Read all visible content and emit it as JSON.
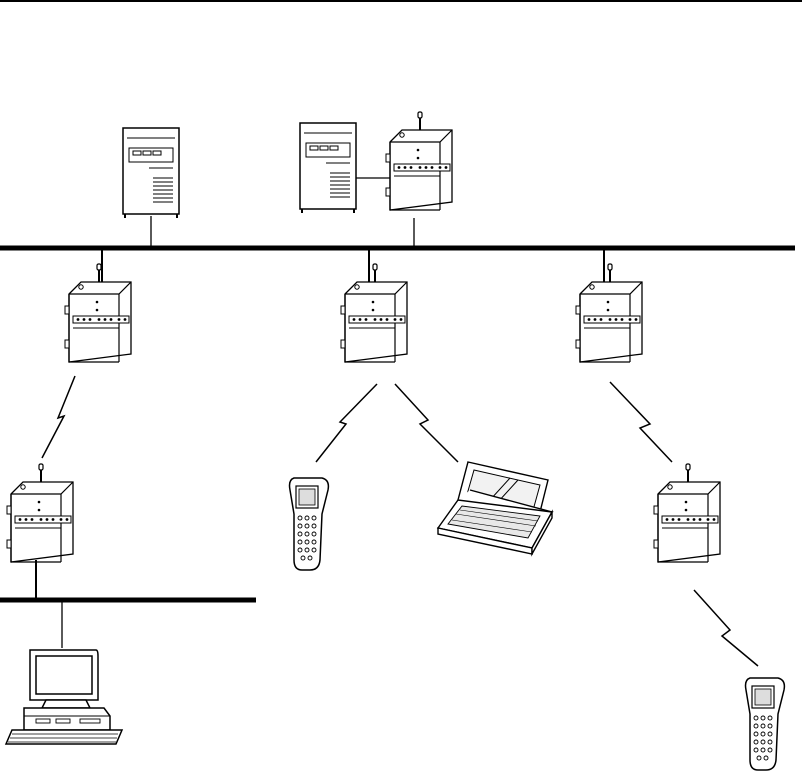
{
  "diagram": {
    "stroke_color": "#000000",
    "fill_color": "#ffffff",
    "devices": [
      {
        "id": "server-1",
        "kind": "server-tower-icon"
      },
      {
        "id": "server-2",
        "kind": "server-tower-icon"
      },
      {
        "id": "ap-server",
        "kind": "access-point-icon"
      },
      {
        "id": "ap-1",
        "kind": "access-point-icon"
      },
      {
        "id": "ap-2",
        "kind": "access-point-icon"
      },
      {
        "id": "ap-3",
        "kind": "access-point-icon"
      },
      {
        "id": "ap-bridge",
        "kind": "access-point-icon"
      },
      {
        "id": "ap-repeater",
        "kind": "access-point-icon"
      },
      {
        "id": "handheld-1",
        "kind": "handheld-terminal-icon"
      },
      {
        "id": "handheld-2",
        "kind": "handheld-terminal-icon"
      },
      {
        "id": "laptop",
        "kind": "laptop-icon"
      },
      {
        "id": "desktop-pc",
        "kind": "desktop-computer-icon"
      }
    ],
    "links": [
      {
        "from": "server-1",
        "to": "backbone",
        "type": "wired"
      },
      {
        "from": "ap-server",
        "to": "backbone",
        "type": "wired"
      },
      {
        "from": "server-2",
        "to": "ap-server",
        "type": "wired"
      },
      {
        "from": "ap-1",
        "to": "backbone",
        "type": "wired"
      },
      {
        "from": "ap-2",
        "to": "backbone",
        "type": "wired"
      },
      {
        "from": "ap-3",
        "to": "backbone",
        "type": "wired"
      },
      {
        "from": "ap-1",
        "to": "ap-bridge",
        "type": "wireless"
      },
      {
        "from": "ap-2",
        "to": "handheld-1",
        "type": "wireless"
      },
      {
        "from": "ap-2",
        "to": "laptop",
        "type": "wireless"
      },
      {
        "from": "ap-3",
        "to": "ap-repeater",
        "type": "wireless"
      },
      {
        "from": "ap-repeater",
        "to": "handheld-2",
        "type": "wireless"
      },
      {
        "from": "ap-bridge",
        "to": "lan-segment",
        "type": "wired"
      },
      {
        "from": "desktop-pc",
        "to": "lan-segment",
        "type": "wired"
      }
    ]
  }
}
